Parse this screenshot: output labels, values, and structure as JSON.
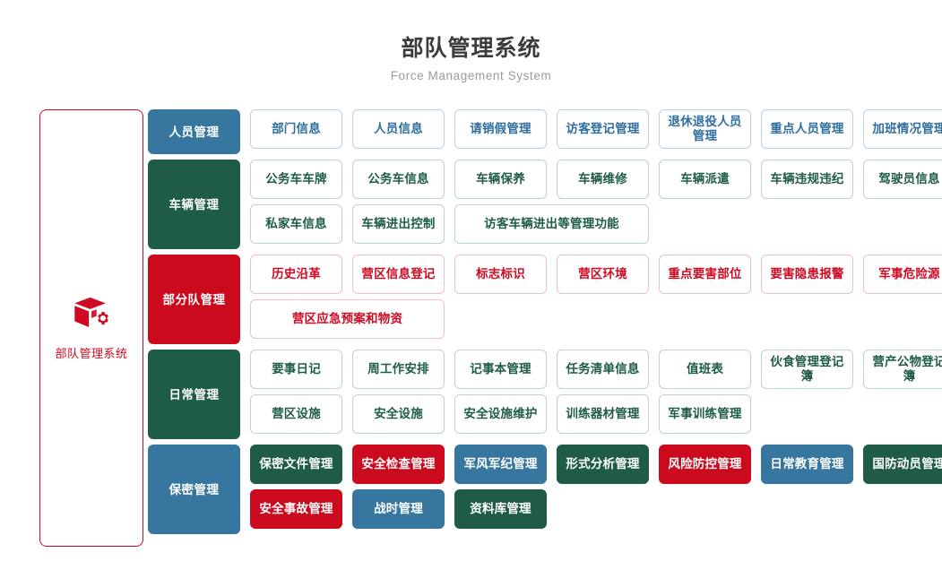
{
  "header": {
    "title": "部队管理系统",
    "subtitle": "Force Management System"
  },
  "sidebar": {
    "icon": "cube-gear-icon",
    "label": "部队管理系统",
    "accent": "#cf0a22"
  },
  "colors": {
    "blue": "#37779f",
    "green": "#1f5c47",
    "red": "#cc0a1e",
    "blue_text": "#2e6f9e",
    "green_text": "#1f5c47",
    "red_text": "#cf0a22"
  },
  "categories": [
    {
      "label": "人员管理",
      "theme": "blue",
      "items": [
        {
          "label": "部门信息",
          "theme": "blue",
          "span": 1
        },
        {
          "label": "人员信息",
          "theme": "blue",
          "span": 1
        },
        {
          "label": "请销假管理",
          "theme": "blue",
          "span": 1
        },
        {
          "label": "访客登记管理",
          "theme": "blue",
          "span": 1
        },
        {
          "label": "退休退役人员管理",
          "theme": "blue",
          "span": 1
        },
        {
          "label": "重点人员管理",
          "theme": "blue",
          "span": 1
        },
        {
          "label": "加班情况管理",
          "theme": "blue",
          "span": 1
        }
      ]
    },
    {
      "label": "车辆管理",
      "theme": "green",
      "items": [
        {
          "label": "公务车车牌",
          "theme": "green",
          "span": 1
        },
        {
          "label": "公务车信息",
          "theme": "green",
          "span": 1
        },
        {
          "label": "车辆保养",
          "theme": "green",
          "span": 1
        },
        {
          "label": "车辆维修",
          "theme": "green",
          "span": 1
        },
        {
          "label": "车辆派遣",
          "theme": "green",
          "span": 1
        },
        {
          "label": "车辆违规违纪",
          "theme": "green",
          "span": 1
        },
        {
          "label": "驾驶员信息",
          "theme": "green",
          "span": 1
        },
        {
          "label": "私家车信息",
          "theme": "green",
          "span": 1
        },
        {
          "label": "车辆进出控制",
          "theme": "green",
          "span": 1
        },
        {
          "label": "访客车辆进出等管理功能",
          "theme": "green",
          "span": 2
        }
      ]
    },
    {
      "label": "部分队管理",
      "theme": "red",
      "items": [
        {
          "label": "历史沿革",
          "theme": "red",
          "span": 1
        },
        {
          "label": "营区信息登记",
          "theme": "red",
          "span": 1
        },
        {
          "label": "标志标识",
          "theme": "red",
          "span": 1
        },
        {
          "label": "营区环境",
          "theme": "red",
          "span": 1
        },
        {
          "label": "重点要害部位",
          "theme": "red",
          "span": 1
        },
        {
          "label": "要害隐患报警",
          "theme": "red",
          "span": 1
        },
        {
          "label": "军事危险源",
          "theme": "red",
          "span": 1
        },
        {
          "label": "营区应急预案和物资",
          "theme": "red",
          "span": 2
        }
      ]
    },
    {
      "label": "日常管理",
      "theme": "green",
      "items": [
        {
          "label": "要事日记",
          "theme": "green",
          "span": 1
        },
        {
          "label": "周工作安排",
          "theme": "green",
          "span": 1
        },
        {
          "label": "记事本管理",
          "theme": "green",
          "span": 1
        },
        {
          "label": "任务清单信息",
          "theme": "green",
          "span": 1
        },
        {
          "label": "值班表",
          "theme": "green",
          "span": 1
        },
        {
          "label": "伙食管理登记簿",
          "theme": "green",
          "span": 1
        },
        {
          "label": "营产公物登记簿",
          "theme": "green",
          "span": 1
        },
        {
          "label": "营区设施",
          "theme": "green",
          "span": 1
        },
        {
          "label": "安全设施",
          "theme": "green",
          "span": 1
        },
        {
          "label": "安全设施维护",
          "theme": "green",
          "span": 1
        },
        {
          "label": "训练器材管理",
          "theme": "green",
          "span": 1
        },
        {
          "label": "军事训练管理",
          "theme": "green",
          "span": 1
        }
      ]
    },
    {
      "label": "保密管理",
      "theme": "blue",
      "items": [
        {
          "label": "保密文件管理",
          "theme": "fill-green",
          "span": 1
        },
        {
          "label": "安全检查管理",
          "theme": "fill-red",
          "span": 1
        },
        {
          "label": "军风军纪管理",
          "theme": "fill-blue",
          "span": 1
        },
        {
          "label": "形式分析管理",
          "theme": "fill-green",
          "span": 1
        },
        {
          "label": "风险防控管理",
          "theme": "fill-red",
          "span": 1
        },
        {
          "label": "日常教育管理",
          "theme": "fill-blue",
          "span": 1
        },
        {
          "label": "国防动员管理",
          "theme": "fill-green",
          "span": 1
        },
        {
          "label": "安全事故管理",
          "theme": "fill-red",
          "span": 1
        },
        {
          "label": "战时管理",
          "theme": "fill-blue",
          "span": 1
        },
        {
          "label": "资料库管理",
          "theme": "fill-green",
          "span": 1
        }
      ]
    }
  ]
}
